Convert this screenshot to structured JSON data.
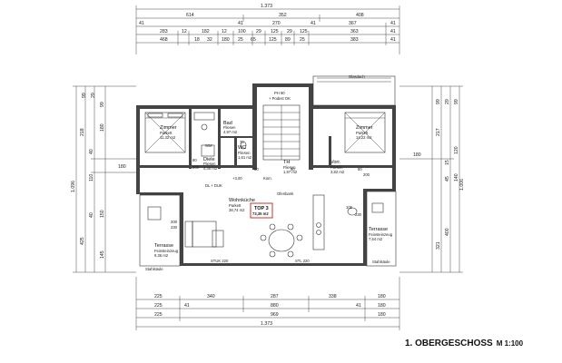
{
  "plan": {
    "title": "1. OBERGESCHOSS",
    "scale": "M 1:100",
    "top_dims": {
      "total": "1.373",
      "row2": [
        "614",
        "352",
        "408"
      ],
      "row3": [
        "41",
        "41",
        "270",
        "41",
        "367",
        "41"
      ],
      "row4": [
        "283",
        "12",
        "182",
        "12",
        "100",
        "29",
        "125",
        "29",
        "125",
        "363",
        "41"
      ],
      "row5": [
        "468",
        "18",
        "32",
        "180",
        "25",
        "65",
        "125",
        "89",
        "25",
        "383",
        "41"
      ]
    },
    "bottom_dims": {
      "row1": [
        "225",
        "340",
        "287",
        "338",
        "180"
      ],
      "row2": [
        "225",
        "41",
        "880",
        "41",
        "180"
      ],
      "row3": [
        "225",
        "969",
        "180"
      ],
      "total": "1.373"
    },
    "left_dims": [
      "1.096",
      "425",
      "218",
      "180",
      "40",
      "110",
      "40",
      "145",
      "150",
      "180",
      "99",
      "29",
      "99"
    ],
    "right_dims": [
      "1.006",
      "321",
      "400",
      "217",
      "99",
      "29",
      "99",
      "45",
      "120",
      "15",
      "140",
      "180"
    ],
    "rooms": [
      {
        "name": "Zimmer",
        "floor": "Parkett",
        "area": "11,32 m2"
      },
      {
        "name": "Zimmer",
        "floor": "Parkett",
        "area": "14,22 m2"
      },
      {
        "name": "Bad",
        "floor": "Fliesen",
        "area": "4,97 m2"
      },
      {
        "name": "Diele",
        "floor": "Fliesen",
        "area": "4,40 m2"
      },
      {
        "name": "WC",
        "floor": "Fliesen",
        "area": "1,61 m2"
      },
      {
        "name": "TH",
        "floor": "Fliesen",
        "area": "1,97 m2"
      },
      {
        "name": "Vorr.",
        "floor": "Fliesen",
        "area": "3,82 m2"
      },
      {
        "name": "Wohnküche",
        "floor": "Parkett",
        "area": "38,74 m2"
      },
      {
        "name": "Terrasse",
        "floor": "Feinsteinzeug",
        "area": "9,36 m2"
      },
      {
        "name": "Terrasse",
        "floor": "Feinsteinzeug",
        "area": "7,64 m2"
      }
    ],
    "top_label": "TOP 3",
    "top_area": "73,35 m2",
    "labels": {
      "glasdach": "Glasdach",
      "ph": "PH 90",
      "podest": "+ Podest OK",
      "stahlsaule_l": "Stahlsäule",
      "stahlsaule_r": "Stahlsäule",
      "stuk": "STUK 220",
      "stl": "STL 220",
      "ofenbank": "Ofenbank",
      "kom": "Kom.",
      "level": "+3,00",
      "door200a": "200",
      "door200b": "200",
      "door200c": "200",
      "door80a": "80",
      "door80b": "80",
      "door80c": "80",
      "door90": "90",
      "door70": "70",
      "door105": "105",
      "door230a": "230",
      "door230b": "230",
      "wm": "WM",
      "hb": "DL + DUK"
    }
  }
}
